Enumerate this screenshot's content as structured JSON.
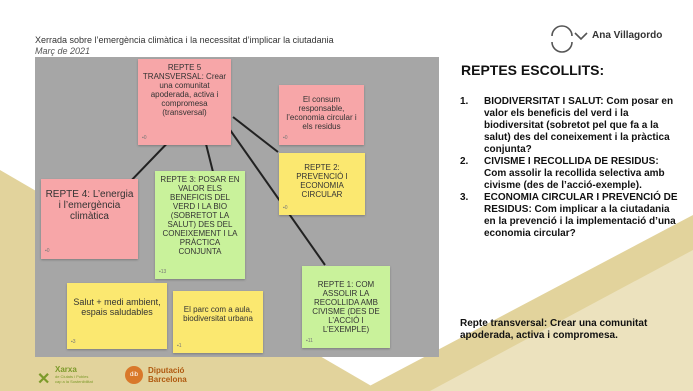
{
  "header": {
    "title": "Xerrada sobre l’emergència climàtica i la necessitat d’implicar la ciutadania",
    "date": "Març de 2021"
  },
  "logo": {
    "name": "Ana Villagordo"
  },
  "board": {
    "notes": [
      {
        "id": "repte5",
        "color": "pink",
        "text": "REPTE 5 TRANSVERSAL: Crear una comunitat apoderada, activa i compromesa (transversal)"
      },
      {
        "id": "consum",
        "color": "pink",
        "text": "El consum responsable, l’economia circular i els residus"
      },
      {
        "id": "repte2",
        "color": "yellow",
        "text": "REPTE 2: PREVENCIÓ I ECONOMIA CIRCULAR"
      },
      {
        "id": "repte4",
        "color": "pink",
        "text": "REPTE 4: L’energia i l’emergència climàtica"
      },
      {
        "id": "repte3",
        "color": "green",
        "text": "REPTE 3: POSAR EN VALOR ELS BENEFICIS DEL VERD I LA BIO (SOBRETOT LA SALUT) DES DEL CONEIXEMENT I LA PRÀCTICA CONJUNTA"
      },
      {
        "id": "repte1",
        "color": "green",
        "text": "REPTE 1: COM ASSOLIR LA RECOLLIDA AMB CIVISME (DES DE L’ACCIÓ I L’EXEMPLE)"
      },
      {
        "id": "salut",
        "color": "yellow",
        "text": "Salut + medi ambient, espais saludables"
      },
      {
        "id": "parc",
        "color": "yellow",
        "text": "El parc com a aula, biodiversitat urbana"
      }
    ]
  },
  "reptes": {
    "heading": "REPTES ESCOLLITS:",
    "items": [
      {
        "num": "1.",
        "text": "BIODIVERSITAT I SALUT: Com posar en valor els beneficis del verd i la biodiversitat (sobretot pel que fa a la salut) des del coneixement i la pràctica conjunta?"
      },
      {
        "num": "2.",
        "text": "CIVISME I RECOLLIDA DE RESIDUS: Com assolir la recollida selectiva amb civisme (des de l’acció-exemple)."
      },
      {
        "num": "3.",
        "text": "ECONOMIA CIRCULAR I PREVENCIÓ DE RESIDUS: Com implicar a la ciutadania en la prevenció i la implementació d’una economia circular?"
      }
    ],
    "transversal": "Repte transversal: Crear una comunitat apoderada, activa i compromesa."
  },
  "footer": {
    "xarxa_title": "Xarxa",
    "xarxa_sub1": "de Ciutats i Pobles",
    "xarxa_sub2": "cap a la Sostenibilitat",
    "dip_line1": "Diputació",
    "dip_line2": "Barcelona",
    "dip_mark": "dib"
  },
  "colors": {
    "board": "#a6a6a6",
    "pink_note": "#f7a6a8",
    "green_note": "#c9f29b",
    "yellow_note": "#fbe870",
    "accent_beige": "#e2d39c"
  }
}
